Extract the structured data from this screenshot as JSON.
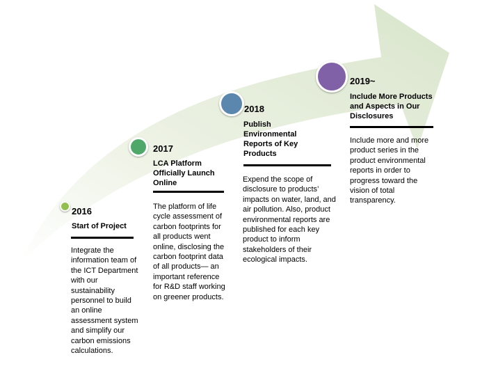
{
  "colors": {
    "arrow_fill": "#d9e5cc",
    "arrow_fill_light": "#eef3e6",
    "rule": "#000000"
  },
  "milestones": [
    {
      "year": "2016",
      "title": "Start of Project",
      "description": "Integrate the information team of the ICT Department with our sustainability personnel to build an online assessment system and simplify our carbon emissions calculations.",
      "dot_color": "#92c050"
    },
    {
      "year": "2017",
      "title": "LCA Platform Officially Launch Online",
      "description": "The platform of life cycle assessment of carbon footprints for all products went online, disclosing the carbon footprint data of all products— an important reference for R&D staff working on greener products.",
      "dot_color": "#4fa86a"
    },
    {
      "year": "2018",
      "title": "Publish Environmental Reports of Key Products",
      "description": "Expend the scope of disclosure to products’ impacts on water, land, and air pollution. Also, product environmental reports are published for each key product to inform stakeholders of their ecological impacts.",
      "dot_color": "#5b86ad"
    },
    {
      "year": "2019~",
      "title": "Include More Products and Aspects in Our Disclosures",
      "description": "Include more and more product series in the product environmental reports in order to progress toward the vision of total transparency.",
      "dot_color": "#8061a8"
    }
  ]
}
